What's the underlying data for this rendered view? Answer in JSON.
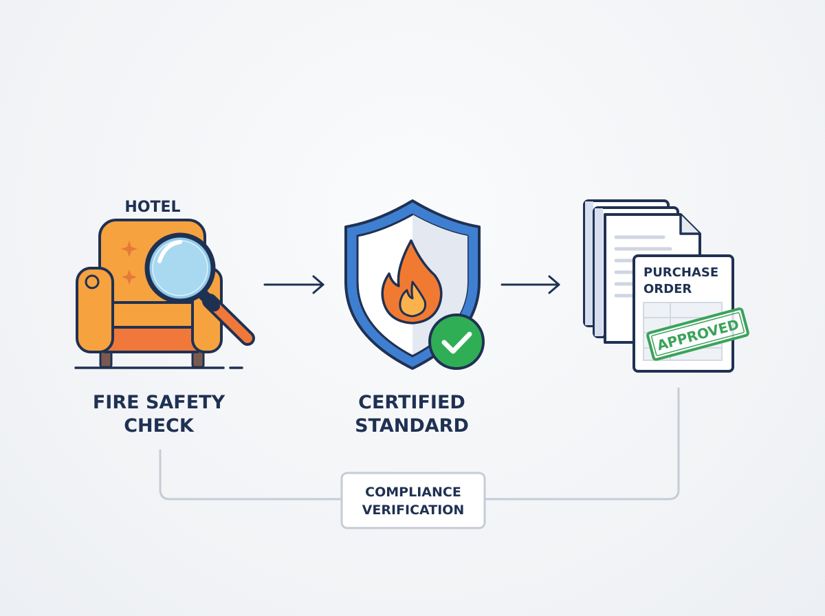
{
  "steps": [
    {
      "top_label": "HOTEL",
      "label_line1": "FIRE SAFETY",
      "label_line2": "CHECK",
      "icon": "armchair-magnifier-icon"
    },
    {
      "label_line1": "CERTIFIED",
      "label_line2": "STANDARD",
      "icon": "fire-shield-check-icon"
    },
    {
      "doc_title_line1": "PURCHASE",
      "doc_title_line2": "ORDER",
      "stamp": "APPROVED",
      "icon": "purchase-order-documents-icon"
    }
  ],
  "footer": {
    "line1": "COMPLIANCE",
    "line2": "VERIFICATION"
  },
  "colors": {
    "ink": "#1f3153",
    "chair_orange": "#f6a23f",
    "chair_red": "#f0783a",
    "shield_blue": "#3f7fd1",
    "flame_orange": "#f17a33",
    "check_green": "#2fae56",
    "stamp_green": "#3aa35a",
    "connector": "#c5ccd6"
  }
}
